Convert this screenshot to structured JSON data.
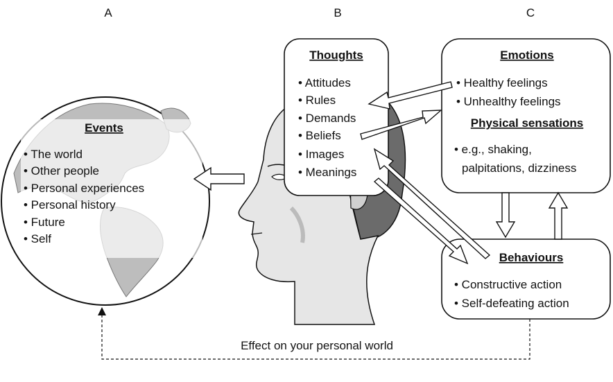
{
  "columns": {
    "a": "A",
    "b": "B",
    "c": "C"
  },
  "events": {
    "title": "Events",
    "items": [
      "• The world",
      "• Other people",
      "• Personal experiences",
      "• Personal history",
      "• Future",
      "• Self"
    ]
  },
  "thoughts": {
    "title": "Thoughts",
    "items": [
      "• Attitudes",
      "• Rules",
      "• Demands",
      "• Beliefs",
      "• Images",
      "• Meanings"
    ]
  },
  "emotions": {
    "title": "Emotions",
    "items": [
      "• Healthy feelings",
      "• Unhealthy feelings"
    ]
  },
  "physical": {
    "title": "Physical sensations",
    "items": [
      "• e.g., shaking,",
      "palpitations, dizziness"
    ]
  },
  "behaviours": {
    "title": "Behaviours",
    "items": [
      "• Constructive action",
      "• Self-defeating action"
    ]
  },
  "feedback_label": "Effect on your personal world",
  "colors": {
    "ink": "#111111",
    "head_fill": "#e6e6e6",
    "hair_fill": "#6b6b6b",
    "globe_ocean": "#ffffff",
    "globe_land": "#bdbdbd"
  }
}
